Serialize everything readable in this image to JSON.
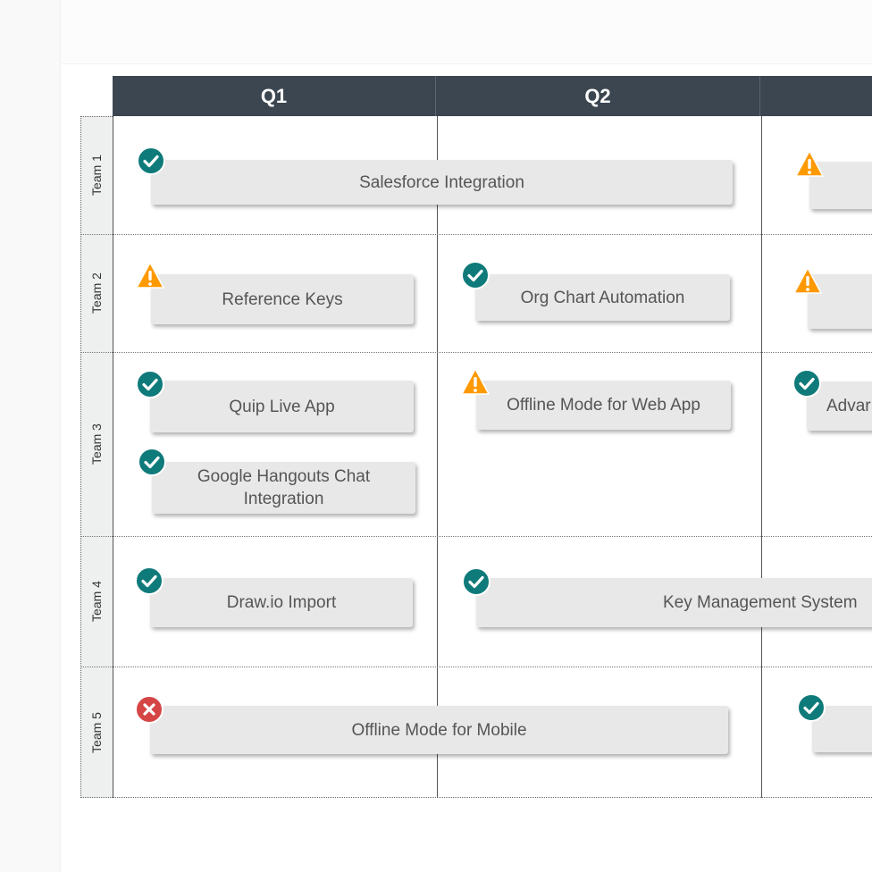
{
  "header": {
    "q1": "Q1",
    "q2": "Q2",
    "q3": ""
  },
  "lanes": {
    "team1": "Team 1",
    "team2": "Team 2",
    "team3": "Team 3",
    "team4": "Team 4",
    "team5": "Team 5"
  },
  "status_colors": {
    "done": "#0f7a7a",
    "warning": "#ff9900",
    "blocked": "#d64545"
  },
  "bar_colors": {
    "light": "#7c7ff0",
    "mid": "#5052d0",
    "dark": "#40409e",
    "pale": "#dcdcf8"
  },
  "cards": {
    "salesforce": {
      "label": "Salesforce Integration",
      "status": "check-icon"
    },
    "t1_q3": {
      "label": "",
      "status": "warning-icon"
    },
    "reference_keys": {
      "label": "Reference Keys",
      "status": "warning-icon"
    },
    "org_chart": {
      "label": "Org Chart Automation",
      "status": "check-icon"
    },
    "t2_q3": {
      "label": "",
      "status": "warning-icon"
    },
    "quip": {
      "label": "Quip Live App",
      "status": "check-icon"
    },
    "offline_web": {
      "label": "Offline Mode for Web App",
      "status": "warning-icon"
    },
    "advanced": {
      "label": "Advar",
      "status": "check-icon"
    },
    "hangouts": {
      "label": "Google Hangouts Chat Integration",
      "status": "check-icon"
    },
    "drawio": {
      "label": "Draw.io Import",
      "status": "check-icon"
    },
    "key_mgmt": {
      "label": "Key Management System",
      "status": "check-icon"
    },
    "offline_mobile": {
      "label": "Offline Mode for Mobile",
      "status": "x-icon"
    },
    "t5_q3": {
      "label": "",
      "status": "check-icon"
    }
  }
}
